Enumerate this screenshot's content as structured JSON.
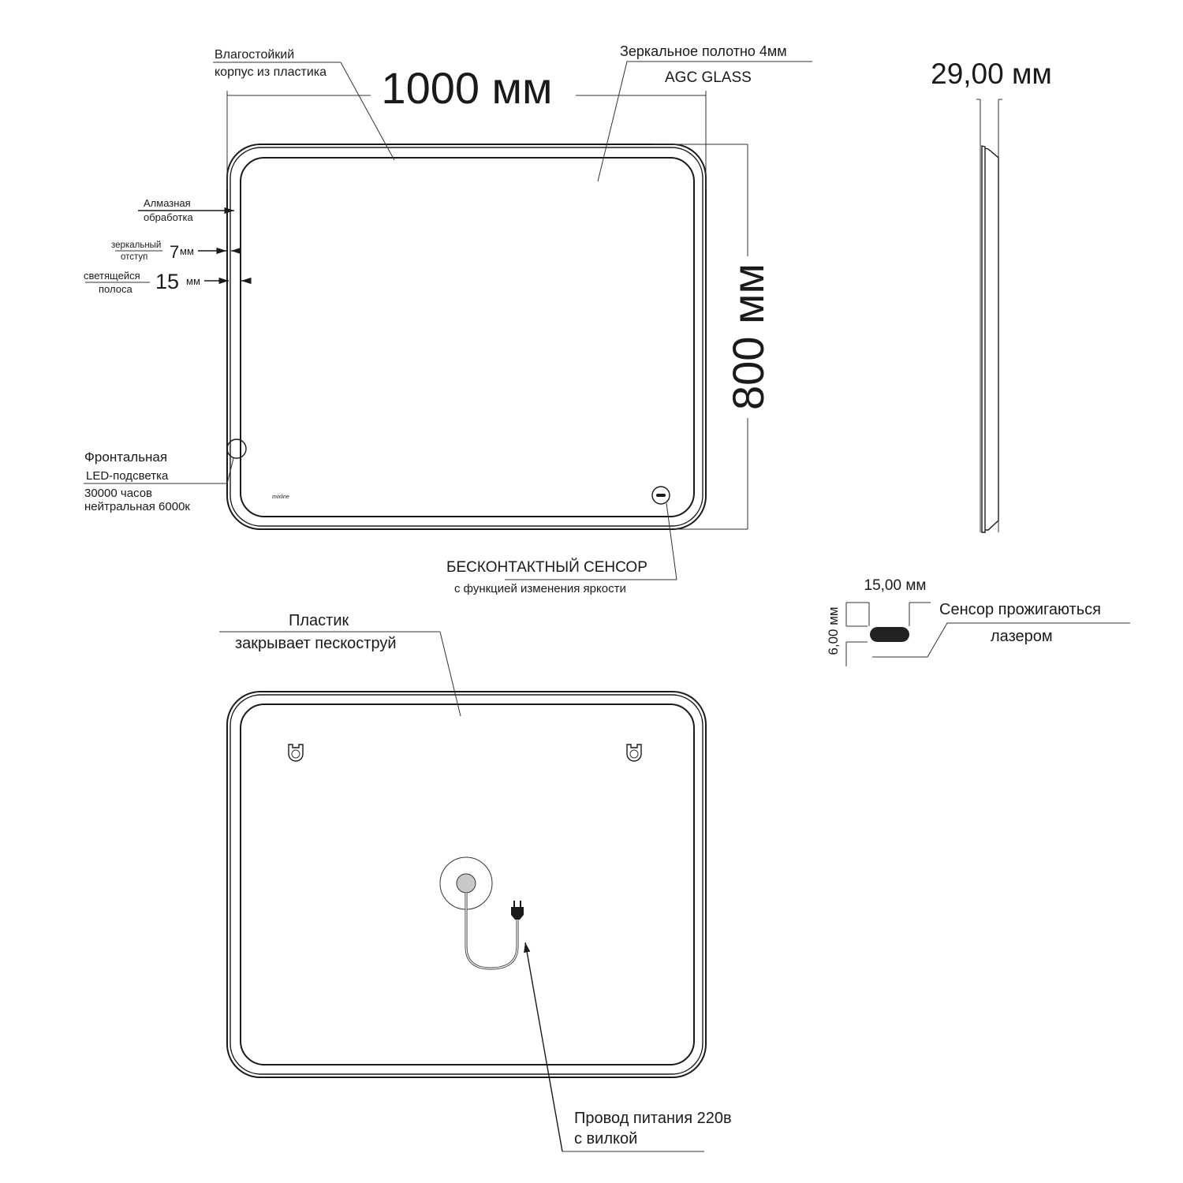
{
  "front": {
    "width_label": "1000 мм",
    "height_label": "800 мм",
    "housing_line1": "Влагостойкий",
    "housing_line2": "корпус из пластика",
    "glass_line1": "Зеркальное  полотно 4мм",
    "glass_line2": "AGC GLASS",
    "diamond_line1": "Алмазная",
    "diamond_line2": "обработка",
    "offset_line1": "зеркальный",
    "offset_line2": "отступ",
    "offset_value": "7",
    "offset_unit": "мм",
    "strip_line1": "светящейся",
    "strip_line2": "полоса",
    "strip_value": "15",
    "strip_unit": "мм",
    "led_line1": "Фронтальная",
    "led_line2": "LED-подсветка",
    "led_line3": "30000 часов",
    "led_line4": "нейтральная 6000к",
    "logo": "mixline",
    "sensor_line1": "БЕСКОНТАКТНЫЙ СЕНСОР",
    "sensor_line2": "с функцией изменения яркости"
  },
  "side": {
    "depth_label": "29,00 мм"
  },
  "sensor_detail": {
    "width_label": "15,00 мм",
    "height_label": "6,00 мм",
    "note_line1": "Сенсор прожигаються",
    "note_line2": "лазером"
  },
  "back": {
    "plastic_line1": "Пластик",
    "plastic_line2": "закрывает пескоструй",
    "cable_line1": "Провод питания 220в",
    "cable_line2": "с вилкой"
  }
}
